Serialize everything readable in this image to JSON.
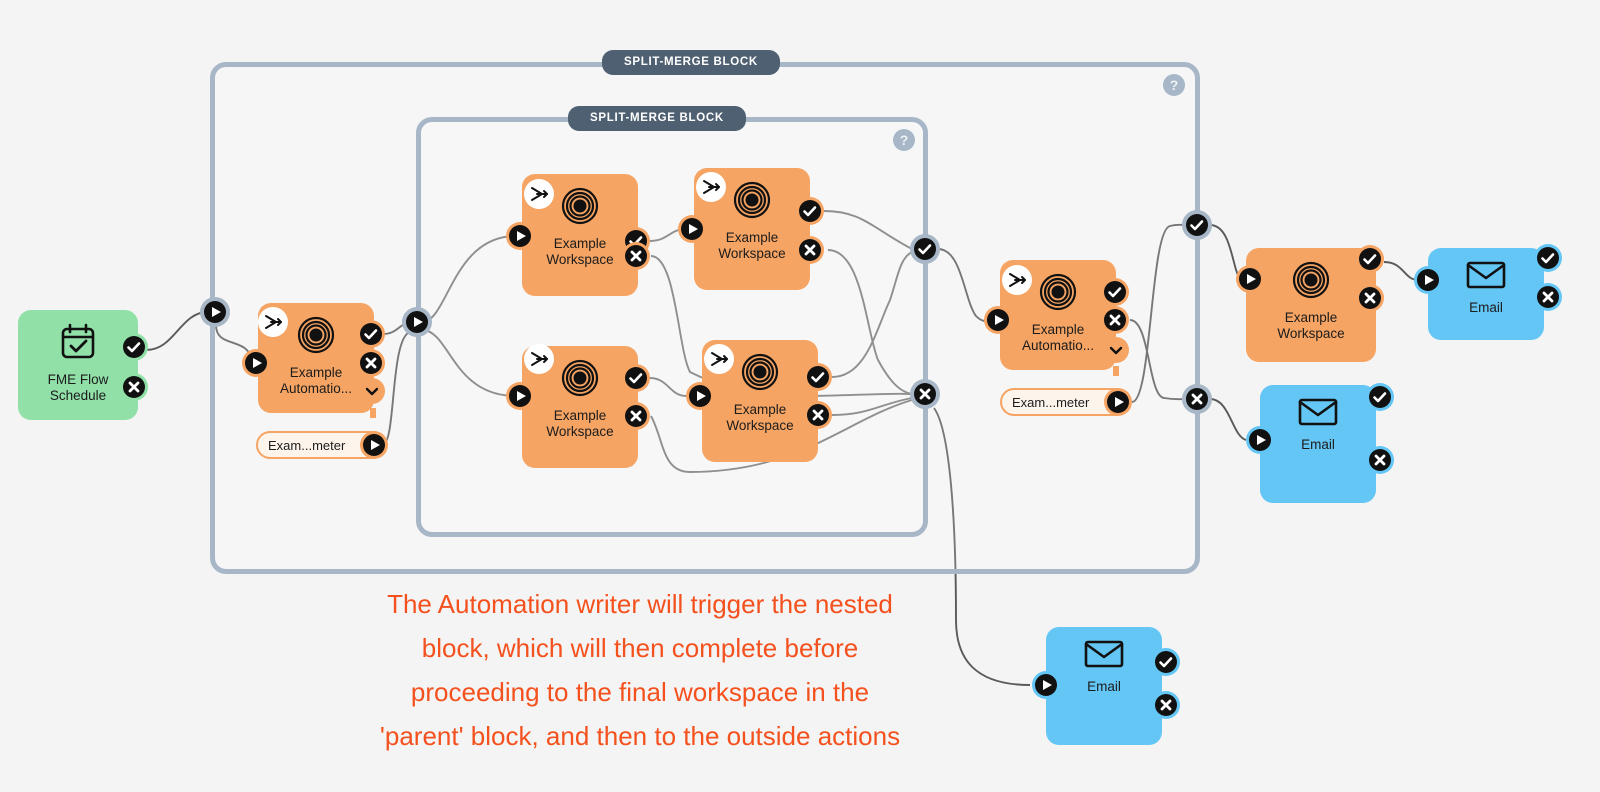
{
  "canvas": {
    "background": "#f4f4f4",
    "colors": {
      "trigger_green": "#90e0a8",
      "workspace_orange": "#f5a463",
      "email_blue": "#63c6f5",
      "block_border": "#a7b7c7",
      "block_label_bg": "#4e6072",
      "annotation_red": "#f4511e",
      "port_dark": "#1c1c1c",
      "wire": "#5a5a5a"
    }
  },
  "blocks": [
    {
      "id": "outer",
      "label": "SPLIT-MERGE BLOCK",
      "help": "?"
    },
    {
      "id": "inner",
      "label": "SPLIT-MERGE BLOCK",
      "help": "?"
    }
  ],
  "nodes": {
    "schedule": {
      "label": "FME Flow\nSchedule",
      "line1": "FME Flow",
      "line2": "Schedule",
      "icon": "calendar-check-icon",
      "color": "green"
    },
    "automation_left": {
      "line1": "Example",
      "line2": "Automatio...",
      "icon": "automation-target-icon",
      "color": "orange",
      "param": "Exam...meter"
    },
    "ws_top_left": {
      "line1": "Example",
      "line2": "Workspace",
      "icon": "workspace-target-icon",
      "color": "orange"
    },
    "ws_top_right": {
      "line1": "Example",
      "line2": "Workspace",
      "icon": "workspace-target-icon",
      "color": "orange"
    },
    "ws_bottom_left": {
      "line1": "Example",
      "line2": "Workspace",
      "icon": "workspace-target-icon",
      "color": "orange"
    },
    "ws_bottom_right": {
      "line1": "Example",
      "line2": "Workspace",
      "icon": "workspace-target-icon",
      "color": "orange"
    },
    "automation_right": {
      "line1": "Example",
      "line2": "Automatio...",
      "icon": "automation-target-icon",
      "color": "orange",
      "param": "Exam...meter"
    },
    "ws_final": {
      "line1": "Example",
      "line2": "Workspace",
      "icon": "workspace-target-icon",
      "color": "orange"
    },
    "email_top": {
      "line1": "Email",
      "icon": "envelope-icon",
      "color": "blue"
    },
    "email_mid": {
      "line1": "Email",
      "icon": "envelope-icon",
      "color": "blue"
    },
    "email_bottom": {
      "line1": "Email",
      "icon": "envelope-icon",
      "color": "blue"
    }
  },
  "ports": {
    "success": "success-check-port",
    "failure": "failure-x-port",
    "input": "input-play-port",
    "collapse": "chevron-down-icon"
  },
  "annotation": {
    "lines": [
      "The Automation writer will trigger the nested",
      "block, which will then complete before",
      "proceeding to the final workspace in the",
      "'parent' block, and then to the outside actions"
    ]
  }
}
